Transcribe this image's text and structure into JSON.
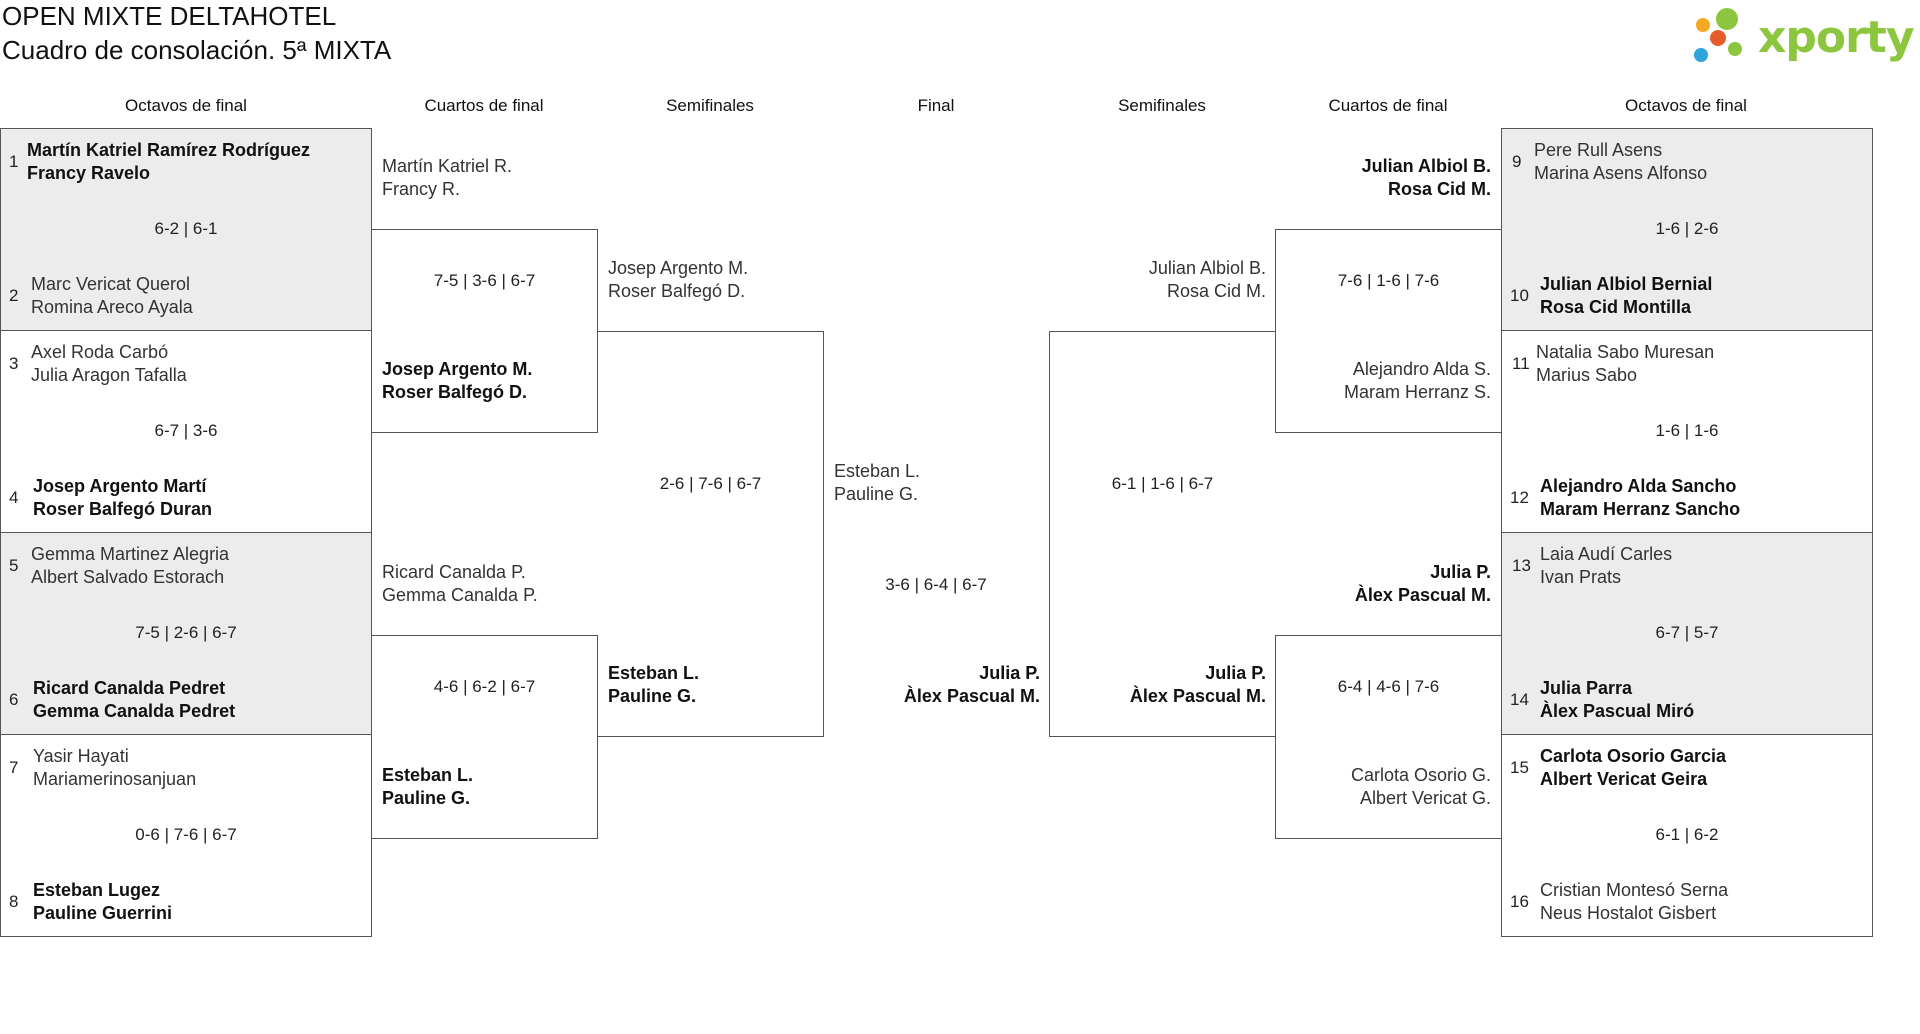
{
  "header": {
    "title": "OPEN MIXTE DELTAHOTEL",
    "subtitle": "Cuadro de consolación. 5ª MIXTA",
    "logo_text": "xporty",
    "logo_colors": [
      "#f7a823",
      "#8cc63f",
      "#2ea3dc",
      "#e85c2b"
    ]
  },
  "columns": {
    "l_r16": "Octavos de final",
    "l_qf": "Cuartos de final",
    "l_sf": "Semifinales",
    "final": "Final",
    "r_sf": "Semifinales",
    "r_qf": "Cuartos de final",
    "r_r16": "Octavos de final"
  },
  "left_r16": [
    {
      "seed1": "1",
      "p1a": "Martín Katriel Ramírez Rodríguez",
      "p1b": "Francy Ravelo",
      "score": "6-2 | 6-1",
      "seed2": "2",
      "p2a": "Marc Vericat Querol",
      "p2b": "Romina Areco Ayala"
    },
    {
      "seed1": "3",
      "p1a": "Axel Roda Carbó",
      "p1b": "Julia Aragon Tafalla",
      "score": "6-7 | 3-6",
      "seed2": "4",
      "p2a": "Josep Argento Martí",
      "p2b": "Roser Balfegó Duran"
    },
    {
      "seed1": "5",
      "p1a": "Gemma Martinez Alegria",
      "p1b": "Albert Salvado Estorach",
      "score": "7-5 | 2-6 | 6-7",
      "seed2": "6",
      "p2a": "Ricard Canalda Pedret",
      "p2b": "Gemma Canalda Pedret"
    },
    {
      "seed1": "7",
      "p1a": "Yasir Hayati",
      "p1b": "Mariamerinosanjuan",
      "score": "0-6 | 7-6 | 6-7",
      "seed2": "8",
      "p2a": "Esteban Lugez",
      "p2b": "Pauline Guerrini"
    }
  ],
  "left_qf": [
    {
      "p1a": "Martín Katriel R.",
      "p1b": "Francy R.",
      "score": "7-5 | 3-6 | 6-7",
      "p2a": "Josep Argento M.",
      "p2b": "Roser Balfegó D."
    },
    {
      "p1a": "Ricard Canalda P.",
      "p1b": "Gemma Canalda P.",
      "score": "4-6 | 6-2 | 6-7",
      "p2a": "Esteban L.",
      "p2b": "Pauline G."
    }
  ],
  "left_sf": {
    "p1a": "Josep Argento M.",
    "p1b": "Roser Balfegó D.",
    "score": "2-6 | 7-6 | 6-7",
    "p2a": "Esteban L.",
    "p2b": "Pauline G."
  },
  "final": {
    "p1a": "Esteban L.",
    "p1b": "Pauline G.",
    "score": "3-6 | 6-4 | 6-7",
    "p2a": "Julia P.",
    "p2b": "Àlex Pascual M."
  },
  "right_sf": {
    "p1a": "Julian Albiol B.",
    "p1b": "Rosa Cid M.",
    "score": "6-1 | 1-6 | 6-7",
    "p2a": "Julia P.",
    "p2b": "Àlex Pascual M."
  },
  "right_qf": [
    {
      "p1a": "Julian Albiol B.",
      "p1b": "Rosa Cid M.",
      "score": "7-6 | 1-6 | 7-6",
      "p2a": "Alejandro Alda S.",
      "p2b": "Maram Herranz S."
    },
    {
      "p1a": "Julia P.",
      "p1b": "Àlex Pascual M.",
      "score": "6-4 | 4-6 | 7-6",
      "p2a": "Carlota Osorio G.",
      "p2b": "Albert Vericat G."
    }
  ],
  "right_r16": [
    {
      "seed1": "9",
      "p1a": "Pere Rull Asens",
      "p1b": "Marina Asens Alfonso",
      "score": "1-6 | 2-6",
      "seed2": "10",
      "p2a": "Julian Albiol Bernial",
      "p2b": "Rosa Cid Montilla"
    },
    {
      "seed1": "11",
      "p1a": "Natalia Sabo Muresan",
      "p1b": "Marius Sabo",
      "score": "1-6 | 1-6",
      "seed2": "12",
      "p2a": "Alejandro Alda Sancho",
      "p2b": "Maram Herranz Sancho"
    },
    {
      "seed1": "13",
      "p1a": "Laia Audí Carles",
      "p1b": "Ivan Prats",
      "score": "6-7 | 5-7",
      "seed2": "14",
      "p2a": "Julia Parra",
      "p2b": "Àlex Pascual Miró"
    },
    {
      "seed1": "15",
      "p1a": "Carlota Osorio Garcia",
      "p1b": "Albert Vericat Geira",
      "score": "6-1 | 6-2",
      "seed2": "16",
      "p2a": "Cristian Montesó Serna",
      "p2b": "Neus Hostalot Gisbert"
    }
  ]
}
